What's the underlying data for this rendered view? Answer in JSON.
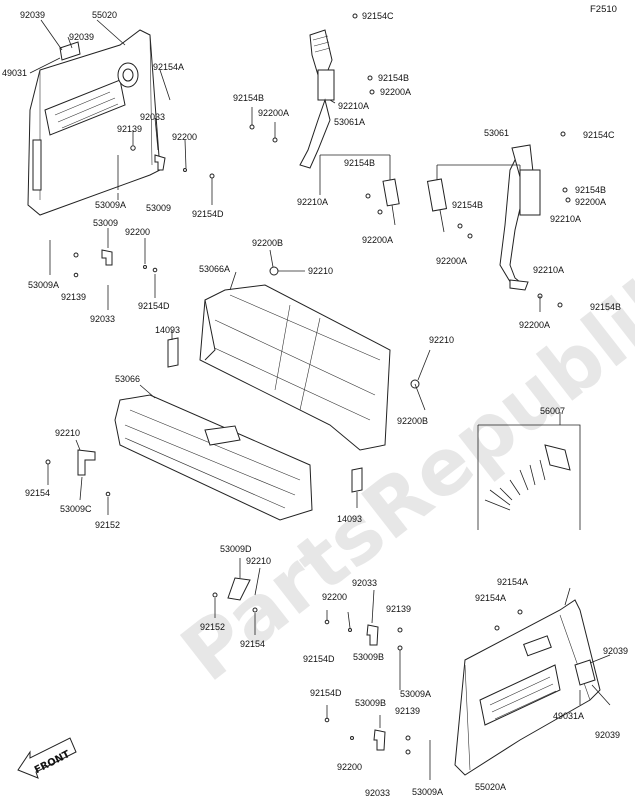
{
  "figure_code": "F2510",
  "watermark": "PartsRepublik",
  "direction_label": "FRONT",
  "labels": {
    "p92039_a": "92039",
    "p55020": "55020",
    "p92039_b": "92039",
    "p49031": "49031",
    "p92154A_a": "92154A",
    "p92033_a": "92033",
    "p92139_a": "92139",
    "p92200_a": "92200",
    "p53009A_a": "53009A",
    "p53009_a": "53009",
    "p92154D_a": "92154D",
    "p53009_b": "53009",
    "p92200_b": "92200",
    "p53009A_b": "53009A",
    "p92139_b": "92139",
    "p92154D_b": "92154D",
    "p92033_b": "92033",
    "p92154C_a": "92154C",
    "p92154B_a": "92154B",
    "p92200A_a": "92200A",
    "p92210A_a": "92210A",
    "p92154B_b": "92154B",
    "p92200A_b": "92200A",
    "p53061A": "53061A",
    "p92154B_c": "92154B",
    "p92210A_b": "92210A",
    "p92200A_c": "92200A",
    "p53061": "53061",
    "p92154C_b": "92154C",
    "p92154B_d": "92154B",
    "p92200A_d": "92200A",
    "p92210A_c": "92210A",
    "p92154B_e": "92154B",
    "p92200A_e": "92200A",
    "p92210A_d": "92210A",
    "p92154B_f": "92154B",
    "p92200A_f": "92200A",
    "p92200B_a": "92200B",
    "p53066A": "53066A",
    "p92210_a": "92210",
    "p14093_a": "14093",
    "p92210_b": "92210",
    "p53066": "53066",
    "p92200B_b": "92200B",
    "p56007": "56007",
    "p92210_c": "92210",
    "p92154": "92154",
    "p53009C": "53009C",
    "p92152_a": "92152",
    "p14093_b": "14093",
    "p53009D": "53009D",
    "p92210_d": "92210",
    "p92152_b": "92152",
    "p92154_b": "92154",
    "p92033_c": "92033",
    "p92200_c": "92200",
    "p92139_c": "92139",
    "p92154D_c": "92154D",
    "p53009B_a": "53009B",
    "p53009A_c": "53009A",
    "p92154D_d": "92154D",
    "p53009B_b": "53009B",
    "p92139_d": "92139",
    "p92200_d": "92200",
    "p92033_d": "92033",
    "p53009A_d": "53009A",
    "p92154A_b": "92154A",
    "p92154A_c": "92154A",
    "p92039_c": "92039",
    "p49031A": "49031A",
    "p92039_d": "92039",
    "p55020A": "55020A"
  }
}
